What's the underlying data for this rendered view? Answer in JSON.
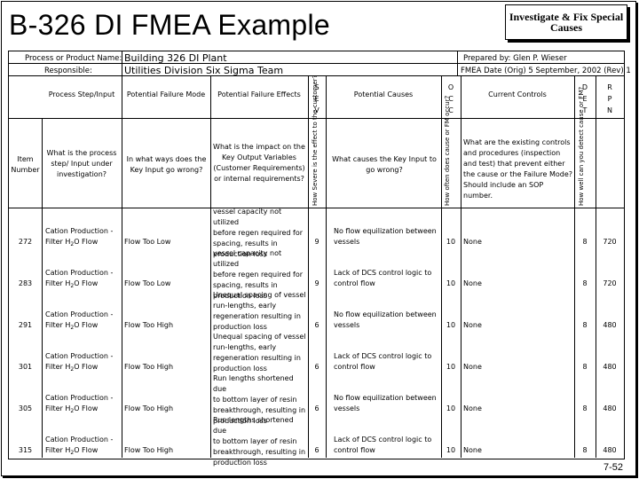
{
  "title": "B-326 DI FMEA Example",
  "callout": "Investigate & Fix Special Causes",
  "form": {
    "process_label": "Process or Product Name:",
    "process_value": "Building 326 DI Plant",
    "responsible_label": "Responsible:",
    "responsible_value": "Utilities Division Six Sigma Team",
    "prepared_by": "Prepared by: Glen P. Wieser",
    "fmea_date": "FMEA Date (Orig) 5 September, 2002   (Rev) 1"
  },
  "headers": {
    "step": "Process Step/Input",
    "mode": "Potential Failure Mode",
    "effects": "Potential Failure Effects",
    "sev": [
      "S",
      "E",
      "V"
    ],
    "causes": "Potential Causes",
    "occ": [
      "O",
      "C",
      "C"
    ],
    "controls": "Current Controls",
    "det": [
      "D",
      "E",
      "T"
    ],
    "rpn": [
      "R",
      "P",
      "N"
    ]
  },
  "guide": {
    "item": "Item Number",
    "step": "What is the process step/ Input under investigation?",
    "mode": "In what ways does the Key Input go wrong?",
    "effects": "What is the impact on the Key Output Variables (Customer Requirements) or internal requirements?",
    "sev": "How Severe is the effect to the customer?",
    "causes": "What causes the Key Input to go wrong?",
    "occ": "How often does cause or FM occur?",
    "controls": "What are the existing controls and procedures (inspection and test) that prevent either the cause or the Failure Mode? Should include an SOP number.",
    "det": "How well can you detect cause or FM?"
  },
  "rows": [
    {
      "item": "272",
      "step1": "Cation Production -",
      "step2": "Filter H2O Flow",
      "mode": "Flow Too Low",
      "eff": [
        "vessel capacity not utilized",
        "before regen required for",
        "spacing, results in",
        "production loss"
      ],
      "sev": "9",
      "cause": [
        "No flow equilization between",
        "vessels"
      ],
      "occ": "10",
      "ctrl": "None",
      "det": "8",
      "rpn": "720"
    },
    {
      "item": "283",
      "step1": "Cation Production -",
      "step2": "Filter H2O Flow",
      "mode": "Flow Too Low",
      "eff": [
        "vessel capacity not utilized",
        "before regen required for",
        "spacing, results in",
        "production loss"
      ],
      "sev": "9",
      "cause": [
        "Lack of DCS control logic to",
        "control flow"
      ],
      "occ": "10",
      "ctrl": "None",
      "det": "8",
      "rpn": "720"
    },
    {
      "item": "291",
      "step1": "Cation Production -",
      "step2": "Filter H2O Flow",
      "mode": "Flow Too High",
      "eff": [
        "Unequal spacing of vessel",
        "run-lengths, early",
        "regeneration resulting in",
        "production loss"
      ],
      "sev": "6",
      "cause": [
        "No flow equilization between",
        "vessels"
      ],
      "occ": "10",
      "ctrl": "None",
      "det": "8",
      "rpn": "480"
    },
    {
      "item": "301",
      "step1": "Cation Production -",
      "step2": "Filter H2O Flow",
      "mode": "Flow Too High",
      "eff": [
        "Unequal spacing of vessel",
        "run-lengths, early",
        "regeneration resulting in",
        "production loss"
      ],
      "sev": "6",
      "cause": [
        "Lack of DCS control logic to",
        "control flow"
      ],
      "occ": "10",
      "ctrl": "None",
      "det": "8",
      "rpn": "480"
    },
    {
      "item": "305",
      "step1": "Cation Production -",
      "step2": "Filter H2O Flow",
      "mode": "Flow Too High",
      "eff": [
        "Run lengths shortened due",
        "to bottom layer of resin",
        "breakthrough, resulting in",
        "production loss"
      ],
      "sev": "6",
      "cause": [
        "No flow equilization between",
        "vessels"
      ],
      "occ": "10",
      "ctrl": "None",
      "det": "8",
      "rpn": "480"
    },
    {
      "item": "315",
      "step1": "Cation Production -",
      "step2": "Filter H2O Flow",
      "mode": "Flow Too High",
      "eff": [
        "Run lengths shortened due",
        "to bottom layer of resin",
        "breakthrough, resulting in",
        "production loss"
      ],
      "sev": "6",
      "cause": [
        "Lack of DCS control logic to",
        "control flow"
      ],
      "occ": "10",
      "ctrl": "None",
      "det": "8",
      "rpn": "480"
    }
  ],
  "page_number": "7-52"
}
